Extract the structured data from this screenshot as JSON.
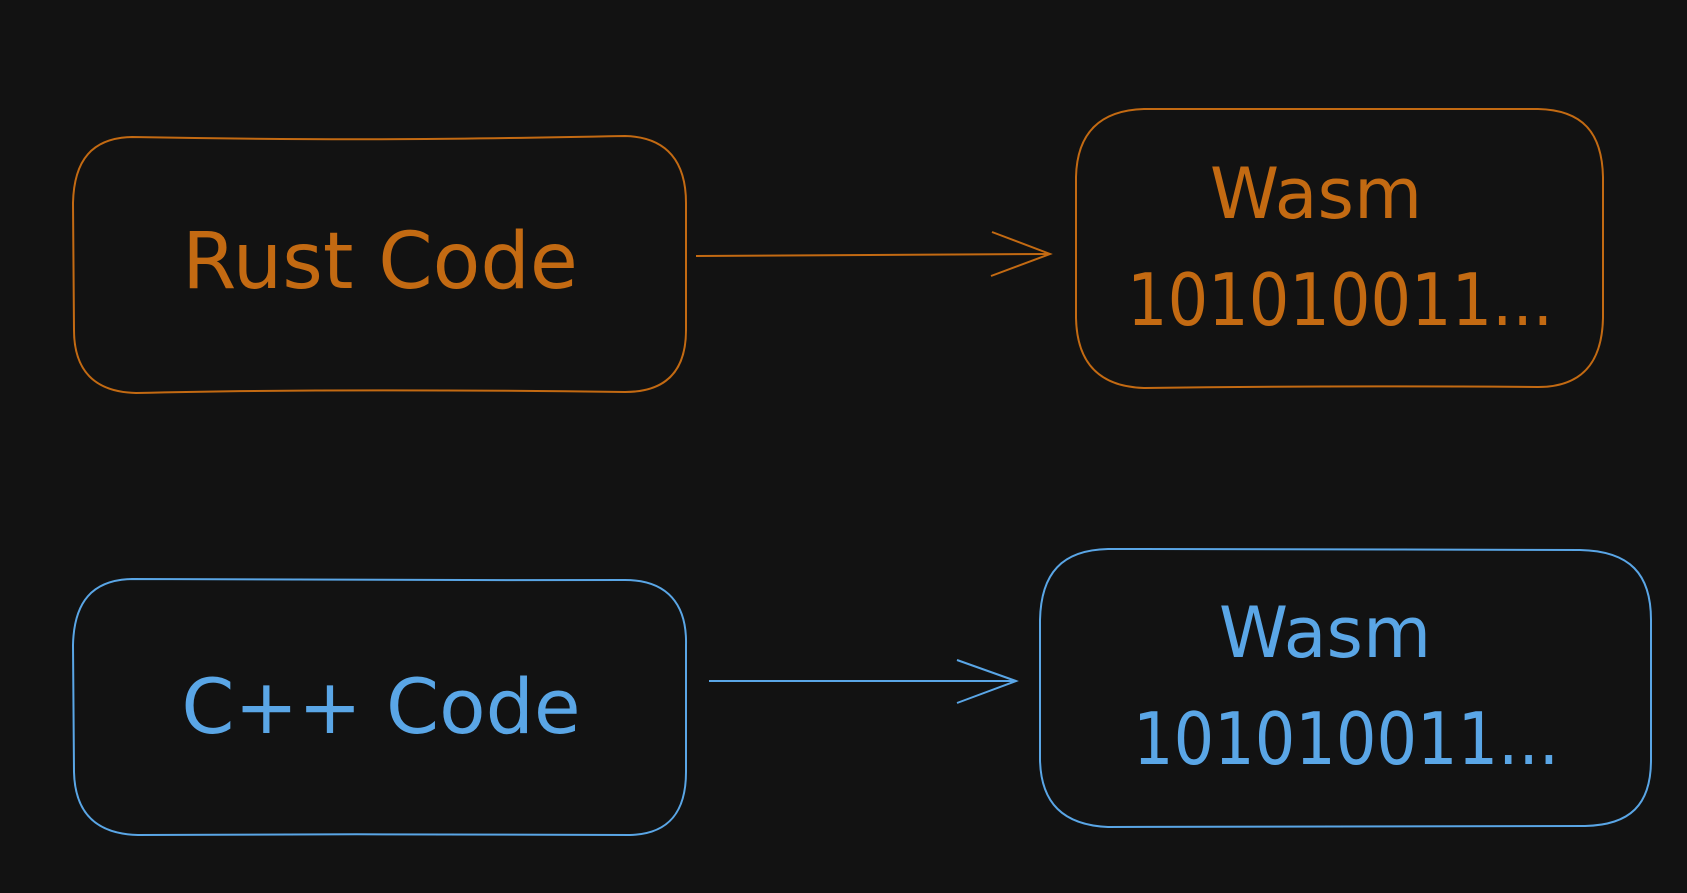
{
  "diagram": {
    "background": "#121212",
    "rows": [
      {
        "color": "#c36a12",
        "source": {
          "label": "Rust Code"
        },
        "target": {
          "line1": "Wasm",
          "line2": "101010011..."
        }
      },
      {
        "color": "#5aa6e6",
        "source": {
          "label": "C++ Code"
        },
        "target": {
          "line1": "Wasm",
          "line2": "101010011..."
        }
      }
    ]
  }
}
